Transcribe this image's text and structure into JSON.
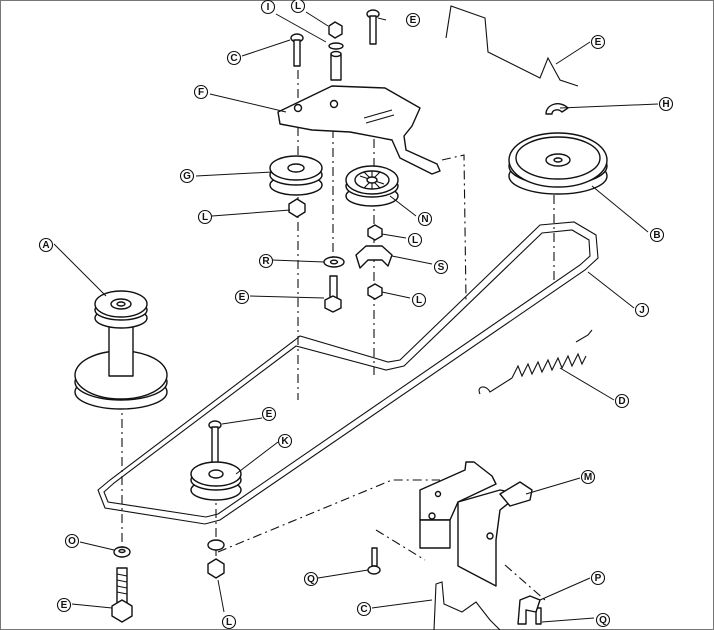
{
  "diagram": {
    "callouts": [
      {
        "id": "I"
      },
      {
        "id": "L"
      },
      {
        "id": "E"
      },
      {
        "id": "C"
      },
      {
        "id": "E"
      },
      {
        "id": "F"
      },
      {
        "id": "H"
      },
      {
        "id": "G"
      },
      {
        "id": "B"
      },
      {
        "id": "N"
      },
      {
        "id": "L"
      },
      {
        "id": "A"
      },
      {
        "id": "L"
      },
      {
        "id": "R"
      },
      {
        "id": "S"
      },
      {
        "id": "E"
      },
      {
        "id": "L"
      },
      {
        "id": "J"
      },
      {
        "id": "D"
      },
      {
        "id": "E"
      },
      {
        "id": "K"
      },
      {
        "id": "M"
      },
      {
        "id": "O"
      },
      {
        "id": "Q"
      },
      {
        "id": "P"
      },
      {
        "id": "E"
      },
      {
        "id": "C"
      },
      {
        "id": "L"
      },
      {
        "id": "Q"
      }
    ]
  }
}
